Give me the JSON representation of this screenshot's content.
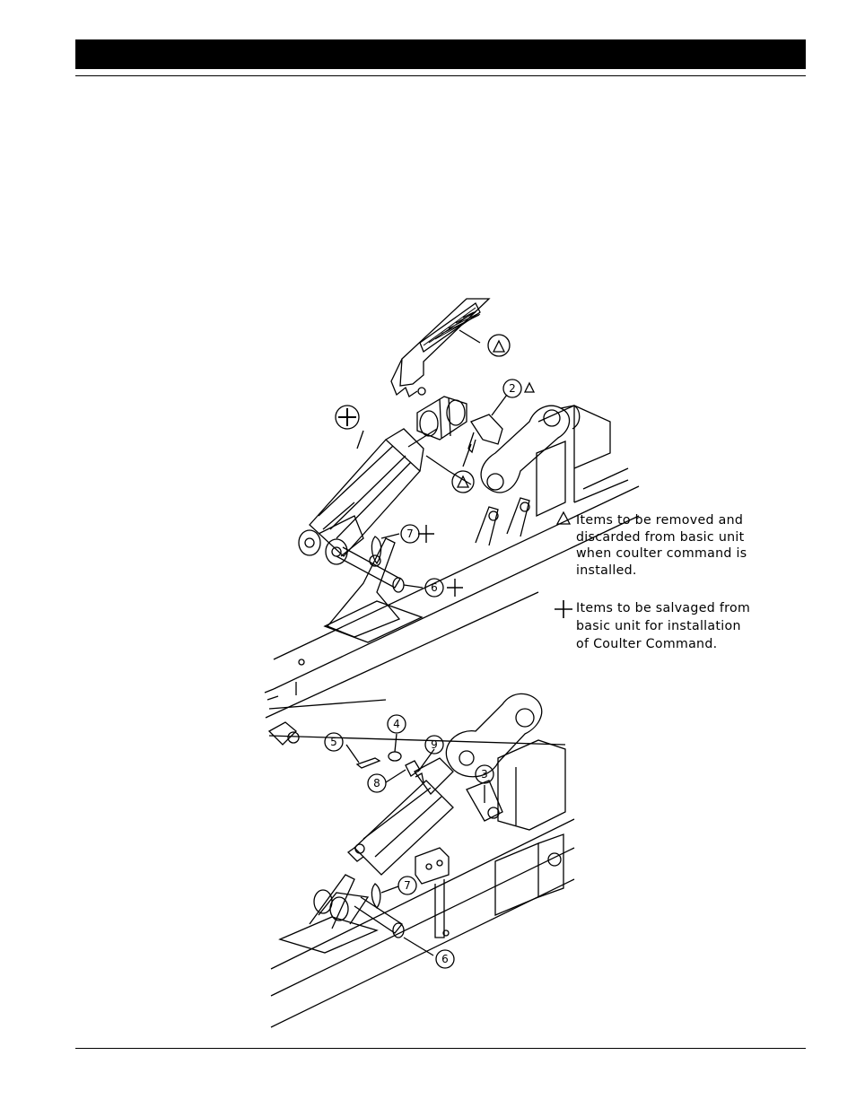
{
  "header": {
    "title": ""
  },
  "legend": {
    "removed": {
      "symbol": "triangle-icon",
      "lines": [
        "Items to be removed and",
        "discarded from basic unit",
        "when coulter command is",
        "installed."
      ]
    },
    "salvaged": {
      "symbol": "plus-icon",
      "lines": [
        "Items to be salvaged from",
        "basic unit for installation",
        "of Coulter Command."
      ]
    }
  },
  "callouts": {
    "top": {
      "c2": "2",
      "c7": "7",
      "c6": "6"
    },
    "bottom": {
      "c4": "4",
      "c5": "5",
      "c9": "9",
      "c8": "8",
      "c3": "3",
      "c7": "7",
      "c6": "6"
    }
  }
}
